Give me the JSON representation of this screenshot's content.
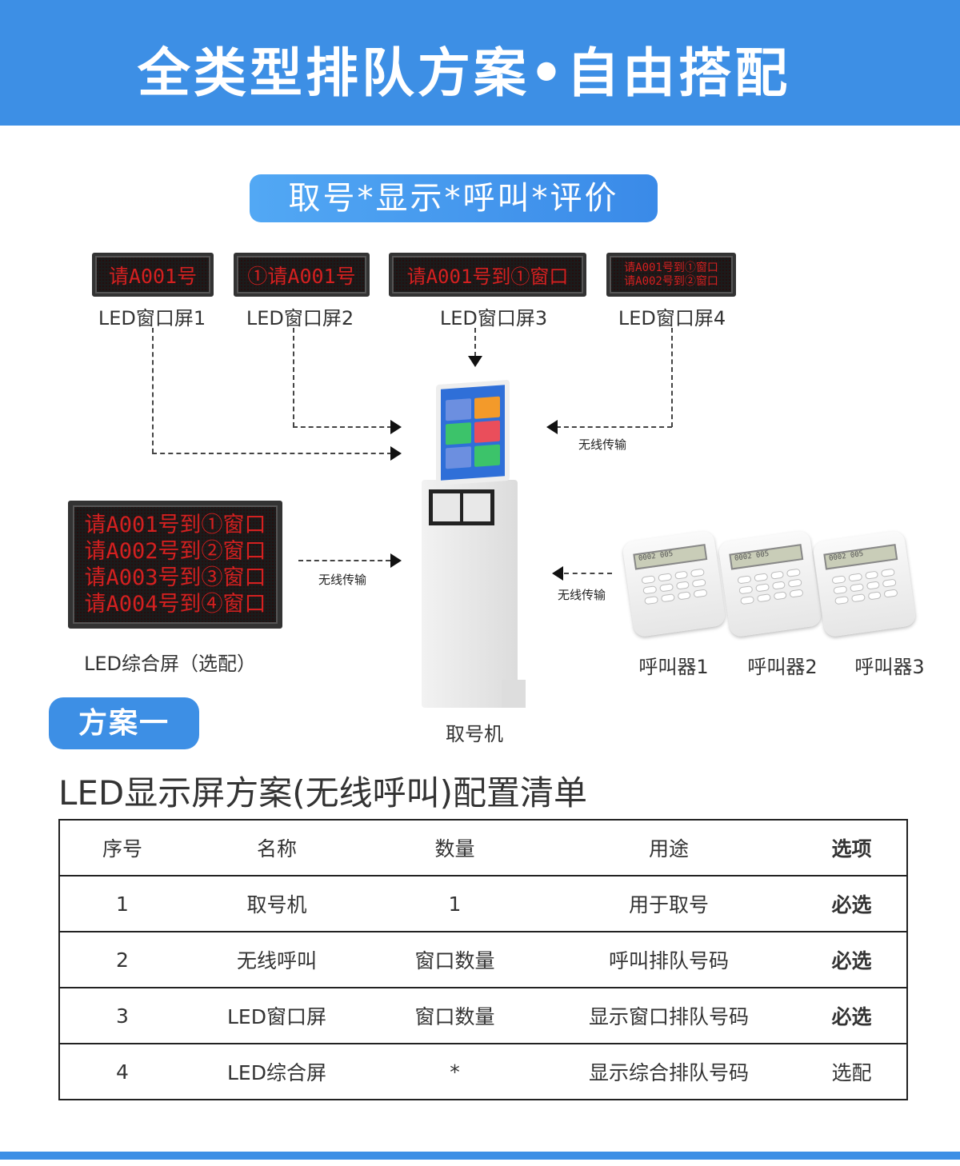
{
  "header": {
    "title": "全类型排队方案•自由搭配"
  },
  "pill": {
    "text": "取号*显示*呼叫*评价"
  },
  "led_screens": [
    {
      "text": "请A001号",
      "label": "LED窗口屏1"
    },
    {
      "text": "①请A001号",
      "label": "LED窗口屏2"
    },
    {
      "text": "请A001号到①窗口",
      "label": "LED窗口屏3"
    },
    {
      "lines": [
        "请A001号到①窗口",
        "请A002号到②窗口"
      ],
      "label": "LED窗口屏4"
    }
  ],
  "combined_screen": {
    "lines": [
      "请A001号到①窗口",
      "请A002号到②窗口",
      "请A003号到③窗口",
      "请A004号到④窗口"
    ],
    "label": "LED综合屏（选配）"
  },
  "wireless_label": "无线传输",
  "kiosk": {
    "label": "取号机"
  },
  "callers": [
    {
      "label": "呼叫器1",
      "display": "0002  005"
    },
    {
      "label": "呼叫器2",
      "display": "0002  005"
    },
    {
      "label": "呼叫器3",
      "display": "0002  005"
    }
  ],
  "plan": {
    "badge": "方案一",
    "list_title": "LED显示屏方案(无线呼叫)配置清单"
  },
  "table": {
    "headers": [
      "序号",
      "名称",
      "数量",
      "用途",
      "选项"
    ],
    "rows": [
      [
        "1",
        "取号机",
        "1",
        "用于取号",
        "必选"
      ],
      [
        "2",
        "无线呼叫",
        "窗口数量",
        "呼叫排队号码",
        "必选"
      ],
      [
        "3",
        "LED窗口屏",
        "窗口数量",
        "显示窗口排队号码",
        "必选"
      ],
      [
        "4",
        "LED综合屏",
        "*",
        "显示综合排队号码",
        "选配"
      ]
    ]
  },
  "colors": {
    "brand": "#3d8fe5",
    "led": "#d42020"
  }
}
